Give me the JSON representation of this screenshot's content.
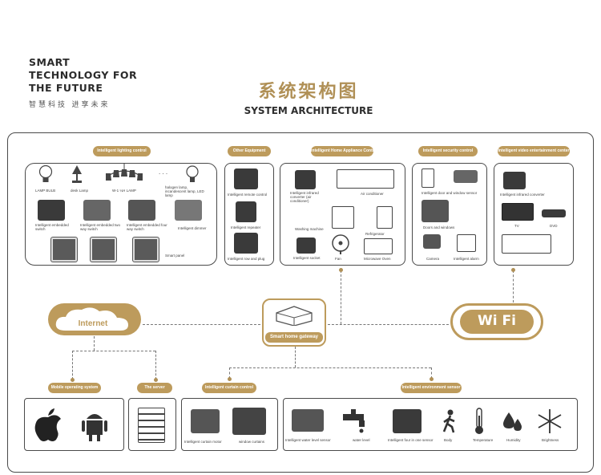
{
  "brand": {
    "line1": "SMART",
    "line2": "TECHNOLOGY FOR",
    "line3": "THE FUTURE",
    "cn": "智慧科技 进享未来"
  },
  "title": {
    "cn": "系统架构图",
    "en": "SYSTEM ARCHITECTURE"
  },
  "lighting": {
    "tag": "Intelligent lighting control",
    "lamp_bulb": "LAMP BULB",
    "desk_lamp": "desk Lamp",
    "pendant": "W-1 ¼H LAMP",
    "dots": ". . .",
    "halogen": "halogen lamp, incandescent lamp, LED lamp",
    "switch_single": "Intelligent embedded switch",
    "switch_two": "Intelligent embedded two way switch",
    "switch_four": "Intelligent embedded four way switch",
    "dimmer": "Intelligent dimmer",
    "panel": "Smart panel"
  },
  "other": {
    "tag": "Other Equipment",
    "remote": "Intelligent remote control",
    "repeater": "Intelligent repeater",
    "plug": "Intelligent row and plug"
  },
  "appliance": {
    "tag": "Intelligent Home Appliance Control",
    "converter": "Intelligent infrared converter (air conditioner)",
    "air": "Air conditioner",
    "washing": "Washing machine",
    "fridge": "Refrigerator",
    "socket": "Intelligent socket",
    "fan": "Fan",
    "microwave": "Microwave Oven"
  },
  "security": {
    "tag": "Intelligent security control",
    "sensor": "Intelligent door and window sensor",
    "doors": "Doors and windows",
    "camera": "Camera",
    "alarm": "Intelligent alarm"
  },
  "video": {
    "tag": "Intelligent video entertainment center",
    "converter": "Intelligent infrared converter",
    "tv": "TV",
    "dvd": "DVD"
  },
  "center": {
    "internet": "Internet",
    "gateway": "Smart home gateway",
    "wifi": "Wi Fi"
  },
  "mobile": {
    "tag": "Mobile operating system"
  },
  "server": {
    "tag": "The server"
  },
  "curtain": {
    "tag": "Intelligent curtain control",
    "motor": "Intelligent curtain motor",
    "window": "window curtains"
  },
  "environment": {
    "tag": "Intelligent environment sensor",
    "water_sensor": "Intelligent water level sensor",
    "water_level": "water level",
    "four_in_one": "Intelligent four in one sensor",
    "body": "Body",
    "temperature": "Temperature",
    "humidity": "Humidity",
    "brightness": "Brightness"
  },
  "colors": {
    "gold": "#bd9b5c",
    "dark": "#3a3a3a",
    "line": "#4a4a4a"
  }
}
